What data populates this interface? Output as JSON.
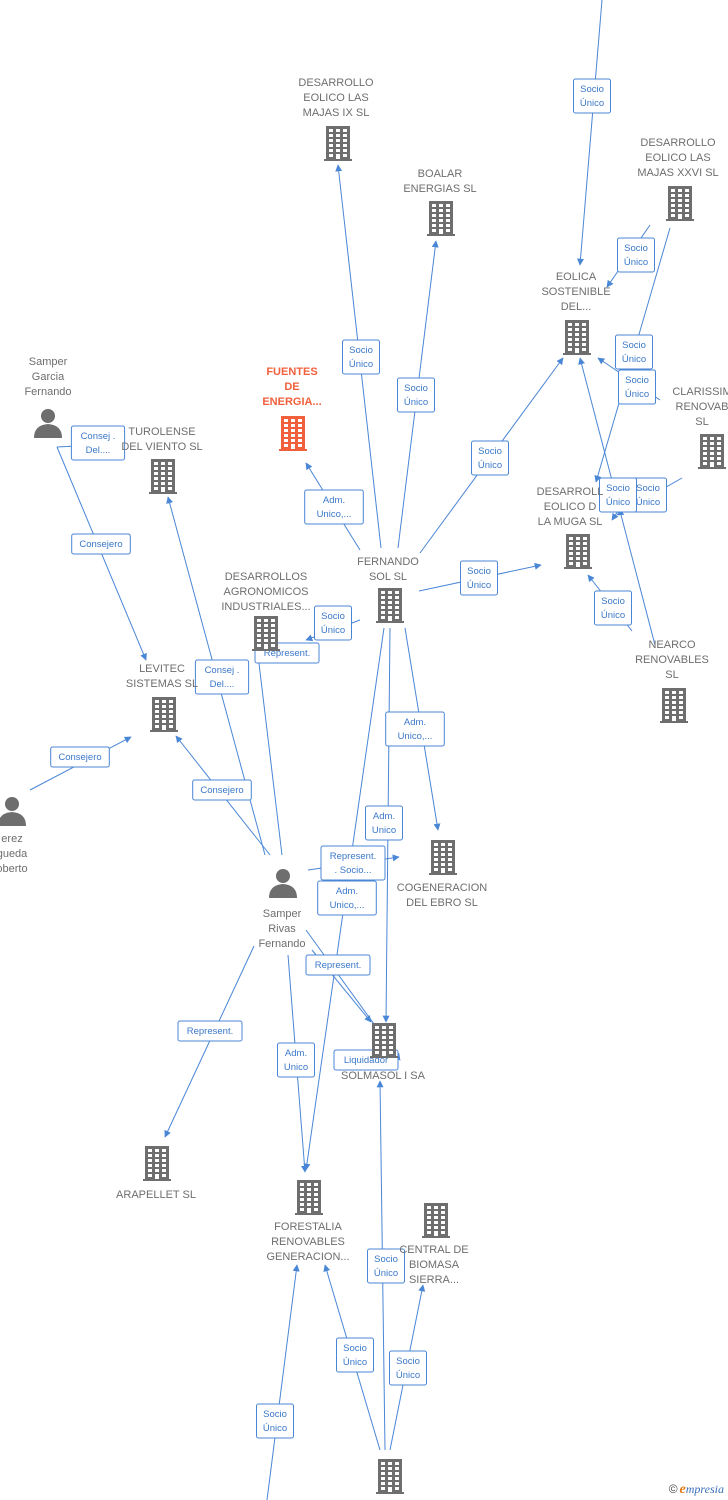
{
  "colors": {
    "edge": "#4a86d6",
    "edge_text": "#3b78c8",
    "node_icon": "#6e6e6e",
    "node_label": "#6e6e6e",
    "focus": "#f0603c"
  },
  "nodes": [
    {
      "id": "desarrollo-eolico-majas-ix",
      "type": "company",
      "label": [
        "DESARROLLO",
        "EOLICO LAS",
        "MAJAS IX  SL"
      ]
    },
    {
      "id": "boalar-energias",
      "type": "company",
      "label": [
        "BOALAR",
        "ENERGIAS  SL"
      ]
    },
    {
      "id": "desarrollo-eolico-majas-xxvi",
      "type": "company",
      "label": [
        "DESARROLLO",
        "EOLICO LAS",
        "MAJAS XXVI  SL"
      ]
    },
    {
      "id": "eolica-sostenible",
      "type": "company",
      "label": [
        "EOLICA",
        "SOSTENIBLE",
        "DEL..."
      ]
    },
    {
      "id": "clarissimo-renovables",
      "type": "company",
      "label": [
        "CLARISSIM",
        "RENOVAB",
        "SL"
      ]
    },
    {
      "id": "desarrollo-eolico-la-muga",
      "type": "company",
      "label": [
        "DESARROLL",
        "EOLICO D",
        "LA MUGA SL"
      ]
    },
    {
      "id": "nearco-renovables",
      "type": "company",
      "label": [
        "NEARCO",
        "RENOVABLES",
        "SL"
      ]
    },
    {
      "id": "fuentes-de-energia",
      "type": "company",
      "focus": true,
      "label": [
        "FUENTES",
        "DE",
        "ENERGIA..."
      ]
    },
    {
      "id": "turolense-del-viento",
      "type": "company",
      "label": [
        "TUROLENSE",
        "DEL VIENTO SL"
      ]
    },
    {
      "id": "samper-garcia-fernando",
      "type": "person",
      "label": [
        "Samper",
        "Garcia",
        "Fernando"
      ]
    },
    {
      "id": "fernando-sol",
      "type": "company",
      "label": [
        "FERNANDO",
        "SOL SL"
      ]
    },
    {
      "id": "desarrollos-agronomicos",
      "type": "company",
      "label": [
        "DESARROLLOS",
        "AGRONOMICOS",
        "INDUSTRIALES..."
      ]
    },
    {
      "id": "levitec-sistemas",
      "type": "company",
      "label": [
        "LEVITEC",
        "SISTEMAS  SL"
      ]
    },
    {
      "id": "perez-agueda-roberto",
      "type": "person",
      "label": [
        "erez",
        "gueda",
        "oberto"
      ]
    },
    {
      "id": "cogeneracion-del-ebro",
      "type": "company",
      "label": [
        "COGENERACION",
        "DEL EBRO  SL"
      ]
    },
    {
      "id": "samper-rivas-fernando",
      "type": "person",
      "label": [
        "Samper",
        "Rivas",
        "Fernando"
      ]
    },
    {
      "id": "solmasol-i",
      "type": "company",
      "label": [
        "SOLMASOL I SA"
      ]
    },
    {
      "id": "arapellet",
      "type": "company",
      "label": [
        "ARAPELLET  SL"
      ]
    },
    {
      "id": "forestalia-renovables",
      "type": "company",
      "label": [
        "FORESTALIA",
        "RENOVABLES",
        "GENERACION..."
      ]
    },
    {
      "id": "central-de-biomasa",
      "type": "company",
      "label": [
        "CENTRAL DE",
        "BIOMASA",
        "SIERRA..."
      ]
    },
    {
      "id": "bottom-company",
      "type": "company",
      "label": []
    }
  ],
  "edges": [
    {
      "label": [
        "Socio",
        "Único"
      ]
    },
    {
      "label": [
        "Socio",
        "Único"
      ]
    },
    {
      "label": [
        "Socio",
        "Único"
      ]
    },
    {
      "label": [
        "Socio",
        "Único"
      ]
    },
    {
      "label": [
        "Socio",
        "Único"
      ]
    },
    {
      "label": [
        "Socio",
        "Único"
      ]
    },
    {
      "label": [
        "Socio",
        "Único"
      ]
    },
    {
      "label": [
        "Socio",
        "Único"
      ]
    },
    {
      "label": [
        "Socio",
        "Único"
      ]
    },
    {
      "label": [
        "Socio",
        "Único"
      ]
    },
    {
      "label": [
        "Socio",
        "Único"
      ]
    },
    {
      "label": [
        "Socio",
        "Único"
      ]
    },
    {
      "label": [
        "Adm.",
        "Unico,..."
      ]
    },
    {
      "label": [
        "Consej .",
        "Del...."
      ]
    },
    {
      "label": [
        "Consejero"
      ]
    },
    {
      "label": [
        "Consejero"
      ]
    },
    {
      "label": [
        "Consejero"
      ]
    },
    {
      "label": [
        "Consej .",
        "Del...."
      ]
    },
    {
      "label": [
        "Socio",
        "Único"
      ]
    },
    {
      "label": [
        "Represent."
      ]
    },
    {
      "label": [
        "Adm.",
        "Unico,..."
      ]
    },
    {
      "label": [
        "Adm.",
        "Unico"
      ]
    },
    {
      "label": [
        "Represent.",
        ". Socio..."
      ]
    },
    {
      "label": [
        "Adm.",
        "Unico,..."
      ]
    },
    {
      "label": [
        "Represent."
      ]
    },
    {
      "label": [
        "Liquidador"
      ]
    },
    {
      "label": [
        "Represent."
      ]
    },
    {
      "label": [
        "Adm.",
        "Unico"
      ]
    },
    {
      "label": [
        "Socio",
        "Único"
      ]
    },
    {
      "label": [
        "Socio",
        "Único"
      ]
    },
    {
      "label": [
        "Socio",
        "Único"
      ]
    },
    {
      "label": [
        "Socio",
        "Único"
      ]
    }
  ],
  "footer": {
    "copyright": "©",
    "brand_initial": "e",
    "brand_rest": "mpresia"
  }
}
